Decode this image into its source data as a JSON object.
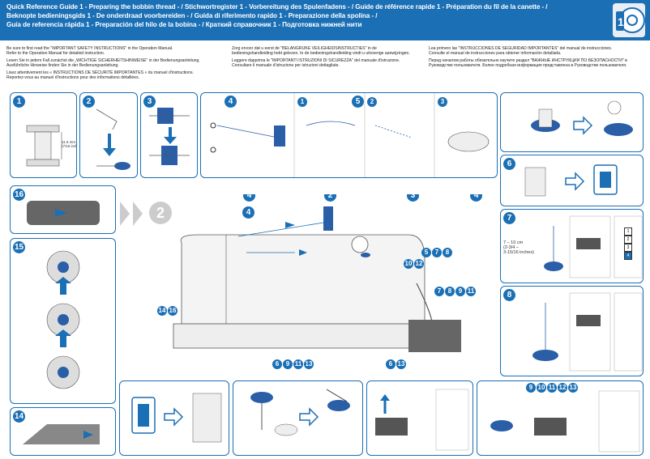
{
  "header": {
    "line1": "Quick Reference Guide 1 - Preparing the bobbin thread - / Stichwortregister 1 - Vorbereitung des Spulenfadens - / Guide de référence rapide 1 - Préparation du fil de la canette - /",
    "line2": "Beknopte bedieningsgids 1 - De onderdraad voorbereiden - / Guida di riferimento rapido 1 - Preparazione della spolina - /",
    "line3": "Guía de referencia rápida 1 - Preparación del hilo de la bobina - / Краткий справочник 1 - Подготовка нижней нити"
  },
  "intro": {
    "col1": [
      "Be sure to first read the \"IMPORTANT SAFETY INSTRUCTIONS\" in the Operation Manual.",
      "Refer to the Operation Manual for detailed instruction.",
      "Lesen Sie in jedem Fall zunächst die „WICHTIGE SICHERHEITSHINWEISE\" in der Bedienungsanleitung.",
      "Ausführliche Hinweise finden Sie in der Bedienungsanleitung.",
      "Lisez attentivement les « INSTRUCTIONS DE SÉCURITÉ IMPORTANTES » du manuel d'instructions.",
      "Reportez-vous au manuel d'instructions pour des informations détaillées."
    ],
    "col2": [
      "Zorg ervoor dat u eerst de \"BELANGRIJKE VEILIGHEIDSINSTRUCTIES\" in de",
      "bedieningshandleiding hebt gelezen. In de bedieningshandleiding vindt u uitvoerige aanwijzingen.",
      "Leggere dapprima le \"IMPORTANTI ISTRUZIONI DI SICUREZZA\" del manuale d'istruzione.",
      "Consultare il manuale d'istruzione per istruzioni dettagliate."
    ],
    "col3": [
      "Lea primero las \"INSTRUCCIONES DE SEGURIDAD IMPORTANTES\" del manual de instrucciones.",
      "Consulte el manual de instrucciones para obtener información detallada.",
      "Перед началом работы обязательно изучите раздел \"ВАЖНЫЕ ИНСТРУКЦИИ ПО БЕЗОПАСНОСТИ\" в",
      "Руководстве пользователя. Более подробная информация представлена в Руководстве пользователя."
    ]
  },
  "steps": {
    "s1": "1",
    "s2": "2",
    "s3": "3",
    "s4": "4",
    "s5": "5",
    "s6": "6",
    "s7": "7",
    "s8": "8",
    "s9": "9",
    "s10": "10",
    "s11": "11",
    "s12": "12",
    "s13": "13",
    "s14": "14",
    "s15": "15",
    "s16": "16"
  },
  "measure1": "11.5 mm\n(7/16 inch)",
  "measure7": "7 – 10 cm\n(2-3/4 –\n3-15/16 inches)",
  "page_badge": "2",
  "sub_markers": [
    "1",
    "2",
    "3"
  ],
  "dial_labels": [
    "1",
    "2",
    "3",
    "4"
  ],
  "colors": {
    "brand": "#1a6fb5",
    "thread": "#2a5fa8",
    "light_gray": "#e6e6e6"
  }
}
